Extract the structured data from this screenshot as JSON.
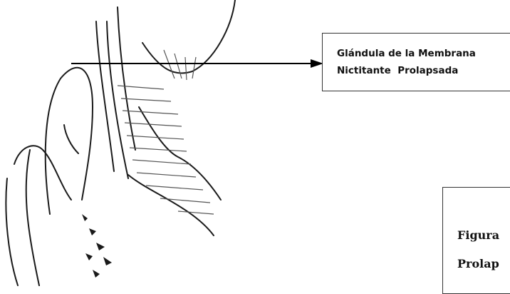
{
  "callout": {
    "line1": "Glándula de la Membrana",
    "line2": "Nictitante  Prolapsada"
  },
  "caption": {
    "line1": "Figura",
    "line2": "Prolap"
  },
  "colors": {
    "ink": "#1a1a1a",
    "hatch": "#555555",
    "background": "#ffffff"
  }
}
